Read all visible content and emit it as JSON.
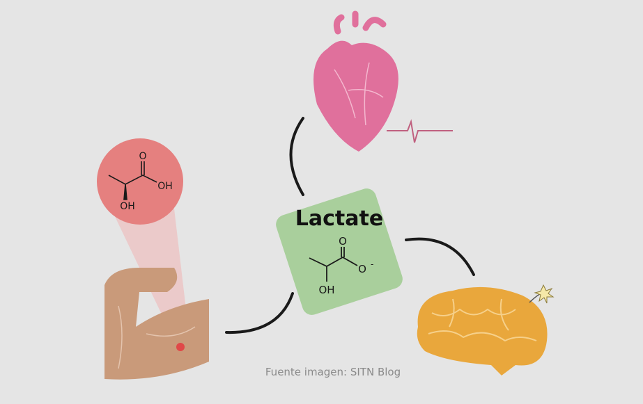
{
  "title": "Lactate",
  "lactate_molecule": {
    "carbonyl_o": "O",
    "carboxylate_o": "O",
    "charge": "-",
    "hydroxyl": "OH"
  },
  "lactic_acid_molecule": {
    "carbonyl_o": "O",
    "acid_oh": "OH",
    "hydroxyl": "OH"
  },
  "credit": "Fuente imagen: SITN Blog",
  "colors": {
    "background": "#e5e5e5",
    "heart": "#e0709c",
    "lactate_box": "#a9cf9c",
    "circle": "#e5807f",
    "arm": "#c99a7a",
    "brain": "#e9a73c"
  }
}
